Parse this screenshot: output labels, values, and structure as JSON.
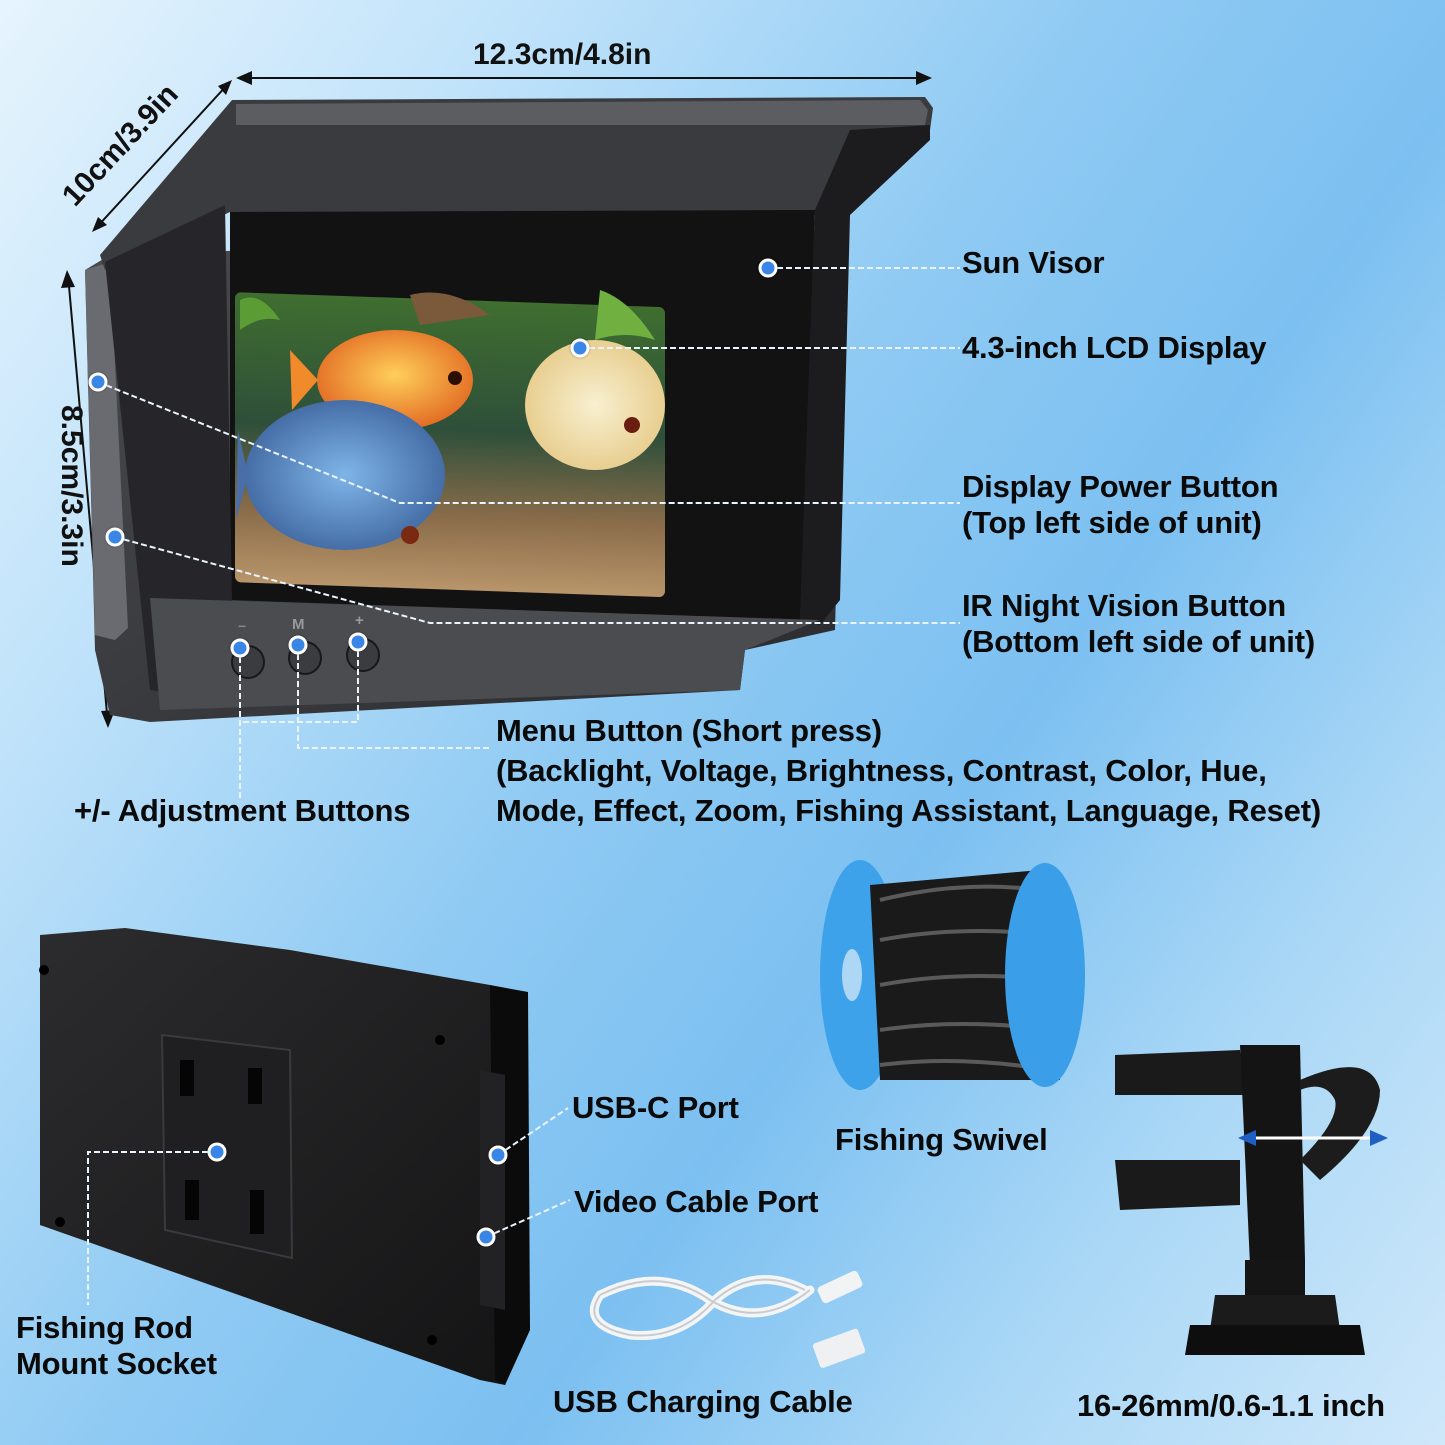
{
  "dimensions": {
    "width": "12.3cm/4.8in",
    "depth": "10cm/3.9in",
    "height": "8.5cm/3.3in"
  },
  "callouts": {
    "sun_visor": "Sun Visor",
    "lcd_display": "4.3-inch LCD Display",
    "power_button": {
      "line1": "Display Power Button",
      "line2": "(Top left side of unit)"
    },
    "ir_button": {
      "line1": "IR Night Vision Button",
      "line2": "(Bottom left side of unit)"
    },
    "menu_button": {
      "line1": "Menu Button (Short press)",
      "line2": "(Backlight, Voltage, Brightness, Contrast, Color, Hue,",
      "line3": "Mode, Effect, Zoom, Fishing Assistant, Language, Reset)"
    },
    "adjust_buttons": "+/- Adjustment Buttons",
    "usb_c_port": "USB-C Port",
    "video_port": "Video Cable Port",
    "rod_mount": {
      "line1": "Fishing Rod",
      "line2": "Mount Socket"
    },
    "fishing_swivel": "Fishing Swivel",
    "usb_cable": "USB Charging Cable",
    "clamp_range": "16-26mm/0.6-1.1 inch"
  },
  "device_buttons": {
    "minus": "−",
    "menu": "M",
    "plus": "+"
  },
  "colors": {
    "accent_dot": "#3a86e6",
    "spool_blue": "#3da2ea",
    "device_black": "#1b1b1d"
  }
}
